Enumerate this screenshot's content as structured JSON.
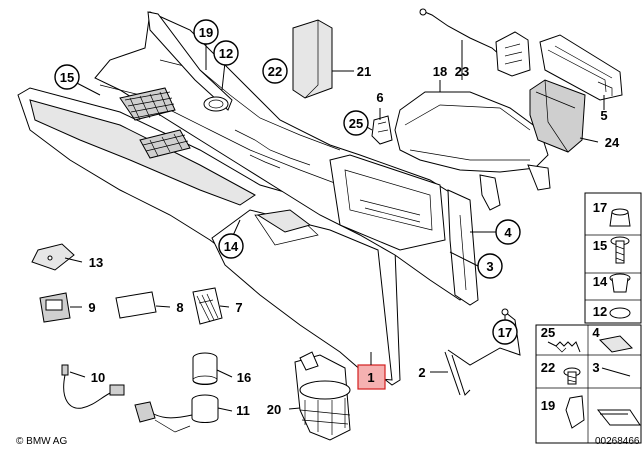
{
  "callouts": {
    "c1": "1",
    "c2": "2",
    "c3": "3",
    "c4": "4",
    "c5": "5",
    "c6": "6",
    "c7": "7",
    "c8": "8",
    "c9": "9",
    "c10": "10",
    "c11": "11",
    "c12": "12",
    "c13": "13",
    "c14": "14",
    "c15": "15",
    "c16": "16",
    "c17": "17",
    "c18": "18",
    "c19": "19",
    "c20": "20",
    "c21": "21",
    "c22": "22",
    "c23": "23",
    "c24": "24",
    "c25": "25"
  },
  "legend": {
    "l17": "17",
    "l15": "15",
    "l14": "14",
    "l12": "12",
    "l4": "4",
    "l3": "3",
    "l25": "25",
    "l22": "22",
    "l19": "19"
  },
  "footer": {
    "brand": "© BMW AG",
    "diagram_id": "00268466"
  },
  "highlight_color": "#f5b1b1"
}
